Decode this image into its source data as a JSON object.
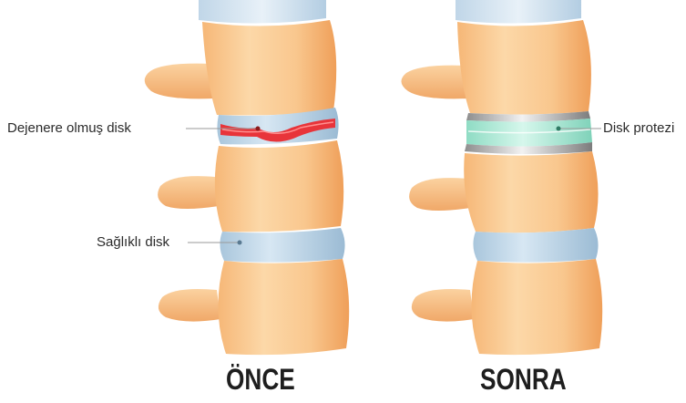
{
  "labels": {
    "degenerated_disc": "Dejenere olmuş disk",
    "healthy_disc": "Sağlıklı disk",
    "disc_prosthesis": "Disk protezi"
  },
  "captions": {
    "before": "ÖNCE",
    "after": "SONRA"
  },
  "colors": {
    "bone": "#f9c78e",
    "disc_healthy": "#b8d3e6",
    "disc_degenerated": "#e8343a",
    "prosthesis": "#9fe6cf",
    "top_disc": "#c9dded"
  }
}
